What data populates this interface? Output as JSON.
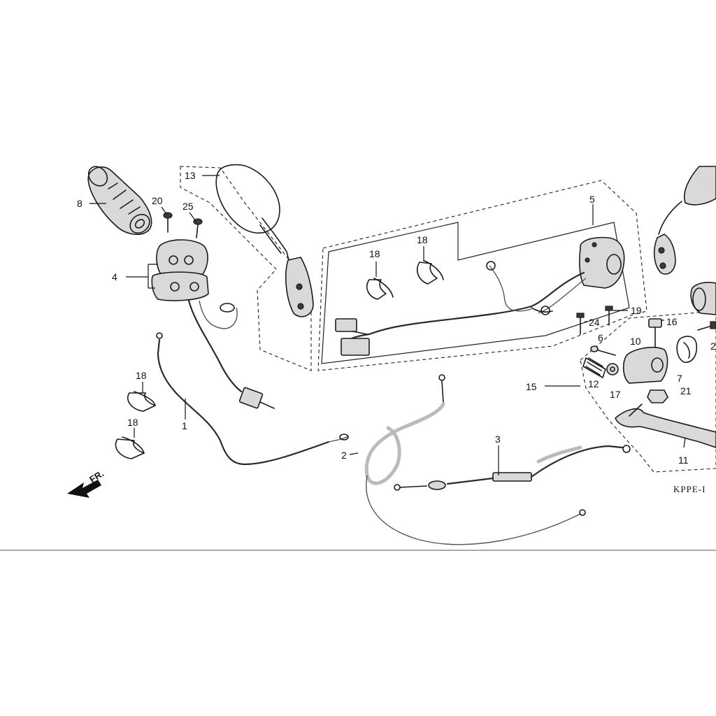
{
  "diagram": {
    "callouts": {
      "c1": "1",
      "c2": "2",
      "c3": "3",
      "c4": "4",
      "c5": "5",
      "c6": "6",
      "c7": "7",
      "c8": "8",
      "c10": "10",
      "c11": "11",
      "c12": "12",
      "c13": "13",
      "c15": "15",
      "c16": "16",
      "c17": "17",
      "c18a": "18",
      "c18b": "18",
      "c18c": "18",
      "c18d": "18",
      "c19": "19",
      "c20": "20",
      "c21": "21",
      "c24": "24",
      "c25": "25",
      "c2r": "2"
    },
    "direction_label": "FR.",
    "code_label": "KPPE-I"
  }
}
